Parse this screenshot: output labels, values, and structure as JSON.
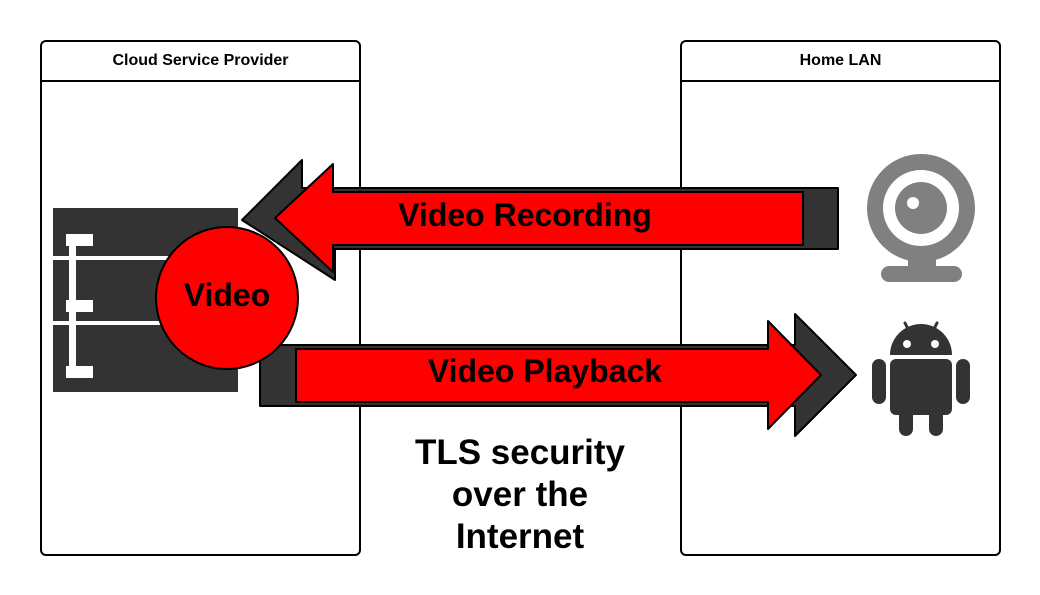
{
  "panels": {
    "cloud": {
      "title": "Cloud Service Provider"
    },
    "home": {
      "title": "Home LAN"
    }
  },
  "nodes": {
    "server": {
      "icon": "server-rack-icon",
      "color": "#333333"
    },
    "video": {
      "label": "Video",
      "color": "#ff0000"
    },
    "webcam": {
      "icon": "webcam-icon",
      "color": "#808080"
    },
    "android": {
      "icon": "android-icon",
      "color": "#333333"
    }
  },
  "edges": {
    "recording": {
      "label": "Video Recording",
      "direction": "home-to-cloud",
      "fill": "#ff0000",
      "shadow": "#333333"
    },
    "playback": {
      "label": "Video Playback",
      "direction": "cloud-to-home",
      "fill": "#ff0000",
      "shadow": "#333333"
    }
  },
  "caption": {
    "lines": [
      "TLS security",
      "over the",
      "Internet"
    ]
  }
}
